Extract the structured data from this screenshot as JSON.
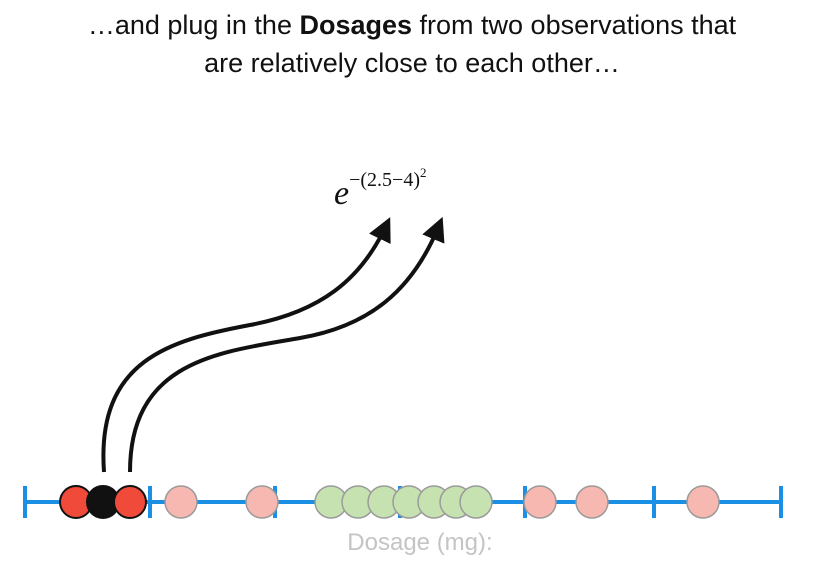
{
  "caption": {
    "before": "…and plug in the ",
    "bold": "Dosages",
    "after": " from two observations that are relatively close to each other…"
  },
  "formula": {
    "base": "e",
    "exponent": "−(2.5−4)",
    "power": "2"
  },
  "axis": {
    "label": "Dosage (mg):",
    "line_color": "#1a8fe3"
  },
  "points": [
    {
      "type": "red",
      "color": "#ef4a3a"
    },
    {
      "type": "black",
      "color": "#111111"
    },
    {
      "type": "red",
      "color": "#ef4a3a"
    },
    {
      "type": "pink",
      "color": "#f6b8b0"
    },
    {
      "type": "pink",
      "color": "#f6b8b0"
    },
    {
      "type": "green",
      "color": "#c5e2b0"
    },
    {
      "type": "green",
      "color": "#c5e2b0"
    },
    {
      "type": "green",
      "color": "#c5e2b0"
    },
    {
      "type": "green",
      "color": "#c5e2b0"
    },
    {
      "type": "green",
      "color": "#c5e2b0"
    },
    {
      "type": "green",
      "color": "#c5e2b0"
    },
    {
      "type": "green",
      "color": "#c5e2b0"
    },
    {
      "type": "pink",
      "color": "#f6b8b0"
    },
    {
      "type": "pink",
      "color": "#f6b8b0"
    },
    {
      "type": "pink",
      "color": "#f6b8b0"
    }
  ]
}
